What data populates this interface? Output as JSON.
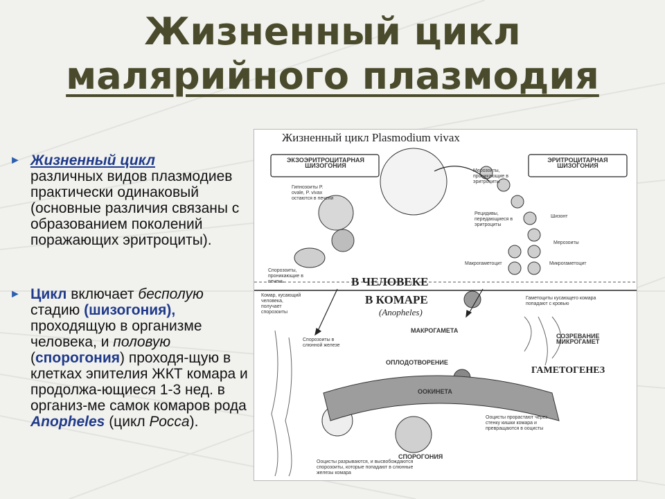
{
  "title": {
    "line1": "Жизненный цикл",
    "line2": "малярийного плазмодия"
  },
  "bullets": [
    {
      "lead": "Жизненный цикл",
      "text": "различных видов плазмодиев практически одинаковый (основные различия связаны с образованием поколений поражающих эритроциты)."
    },
    {
      "p1_bold": "Цикл",
      "p1_a": " включает ",
      "p1_it": "бесполую",
      "p1_b": " стадию ",
      "p1_bold2": "(шизогония),",
      "p1_c": " проходящую в организме человека, и ",
      "p1_it2": "половую",
      "p2_open": " (",
      "p2_bold": "спорогония",
      "p2_a": ") проходя-щую в клетках эпителия ЖКТ комара и продолжа-ющиеся 1-3 нед. в организ-ме самок комаров рода ",
      "p2_bi": "Anopheles",
      "p2_b": " (цикл ",
      "p2_it": "Росса",
      "p2_c": ")."
    }
  ],
  "figure": {
    "header": "Жизненный цикл Plasmodium vivax",
    "exo_box": "ЭКЗОЭРИТРОЦИТАРНАЯ ШИЗОГОНИЯ",
    "ery_box": "ЭРИТРОЦИТАРНАЯ ШИЗОГОНИЯ",
    "in_human": "В ЧЕЛОВЕКЕ",
    "in_mosquito": "В КОМАРЕ",
    "anopheles": "(Anopheles)",
    "macrogamete": "МАКРОГАМЕТА",
    "maturation": "СОЗРЕВАНИЕ МИКРОГАМЕТ",
    "fertilization": "ОПЛОДОТВОРЕНИЕ",
    "gametogenesis": "ГАМЕТОГЕНЕЗ",
    "ookinete": "ООКИНЕТА",
    "sporogony": "СПОРОГОНИЯ",
    "labels": {
      "hypnozoites": "Гипнозоиты P. ovale, P. vivax остаются в печени",
      "merozoites_top": "Мерозоиты, проникающие в эритроциты",
      "relapses": "Рецидивы, передающиеся в эритроциты",
      "trophozoites": "Шизонт",
      "merozoites": "Мерозоиты",
      "macrogametocyte": "Макрогаметоцит",
      "microgametocyte": "Микрогаметоцит",
      "sporozoites_liver": "Спорозоиты, проникающие в печень",
      "sporozoites_gland": "Спорозоиты в слюнной железе",
      "bite": "Комар, кусающий человека, получает спорозоиты",
      "gametes_blood": "Гаметоциты кусающего комара попадают с кровью",
      "oocyst": "Ооцисты прорастают через стенку кишки комара и превращаются в ооцисты",
      "sporozoites_release": "Ооцисты разрываются, и высвобождаются спорозоиты, которые попадают в слюнные железы комара"
    }
  }
}
